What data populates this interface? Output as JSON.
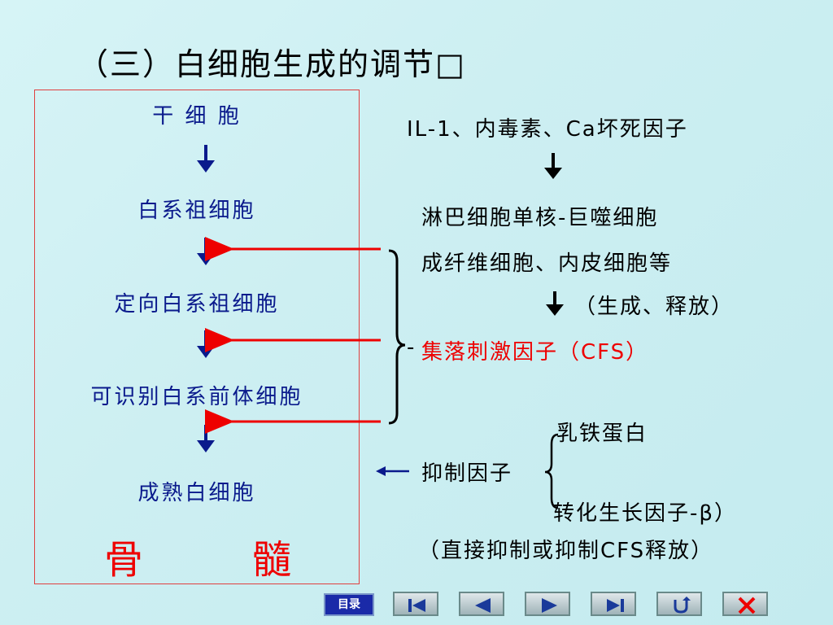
{
  "title": "（三）白细胞生成的调节□",
  "marrow_chain": {
    "stages": [
      "干 细 胞",
      "白系祖细胞",
      "定向白系祖细胞",
      "可识别白系前体细胞",
      "成熟白细胞"
    ],
    "label_left": "骨",
    "label_right": "髓"
  },
  "stimulation": {
    "factors_line": "IL-1、内毒素、Ca坏死因子",
    "cells_line_1": "淋巴细胞单核-巨噬细胞",
    "cells_line_2": "成纤维细胞、内皮细胞等",
    "process_note": "（生成、释放）",
    "csf_dash": "-",
    "csf_label": "集落刺激因子（CFS）"
  },
  "inhibition": {
    "label": "抑制因子",
    "item_1": "乳铁蛋白",
    "item_2": "转化生长因子-β）",
    "note": "（直接抑制或抑制CFS释放）"
  },
  "navigation": {
    "menu_label": "目录",
    "buttons": [
      "first-page",
      "previous-page",
      "next-page",
      "last-page",
      "return",
      "close"
    ]
  },
  "colors": {
    "stage_text": "#0a1a8c",
    "highlight": "#ee0000",
    "arrow_dark": "#0a1a8c",
    "nav_menu_bg": "#1a2aa8"
  }
}
